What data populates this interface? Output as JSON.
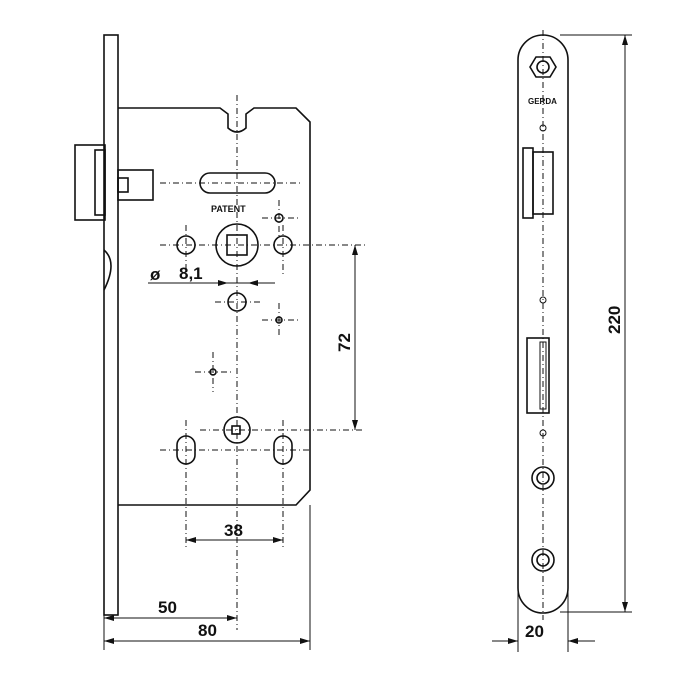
{
  "labels": {
    "patent": "PATENT",
    "diameter_symbol": "ø",
    "diameter_value": "8,1",
    "dim_72": "72",
    "dim_38": "38",
    "dim_50": "50",
    "dim_80": "80",
    "dim_220": "220",
    "dim_20": "20",
    "logo": "GERDA"
  },
  "colors": {
    "line": "#111111",
    "background": "#ffffff"
  }
}
